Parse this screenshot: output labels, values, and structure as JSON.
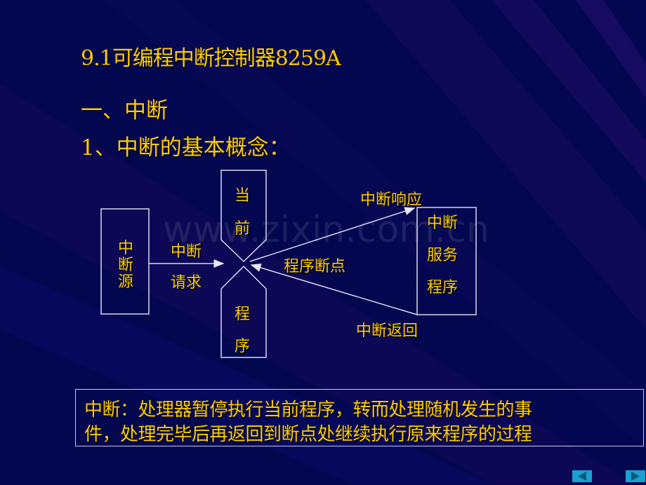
{
  "slide": {
    "title": "9.1可编程中断控制器8259A",
    "heading1": "一、中断",
    "heading2": "1、中断的基本概念：",
    "watermark": "www.zixin.com.cn"
  },
  "diagram": {
    "source_box": "中\n断\n源",
    "source_chars": [
      "中",
      "断",
      "源"
    ],
    "request_label_line1": "中断",
    "request_label_line2": "请求",
    "current_program_top": [
      "当",
      "前"
    ],
    "current_program_bottom": [
      "程",
      "序"
    ],
    "response_label": "中断响应",
    "breakpoint_label": "程序断点",
    "return_label": "中断返回",
    "isr_box": [
      "中断",
      "服务",
      "程序"
    ]
  },
  "definition": {
    "line1": "中断：处理器暂停执行当前程序，转而处理随机发生的事",
    "line2": "件，处理完毕后再返回到断点处继续执行原来程序的过程"
  },
  "nav": {
    "prev_icon": "triangle-left-icon",
    "next_icon": "triangle-right-icon"
  },
  "colors": {
    "background": "#020750",
    "text": "#ffcc00",
    "lines": "#d8d8ec",
    "nav_button": "#1aa0d0",
    "nav_arrow": "#0a5a78"
  }
}
